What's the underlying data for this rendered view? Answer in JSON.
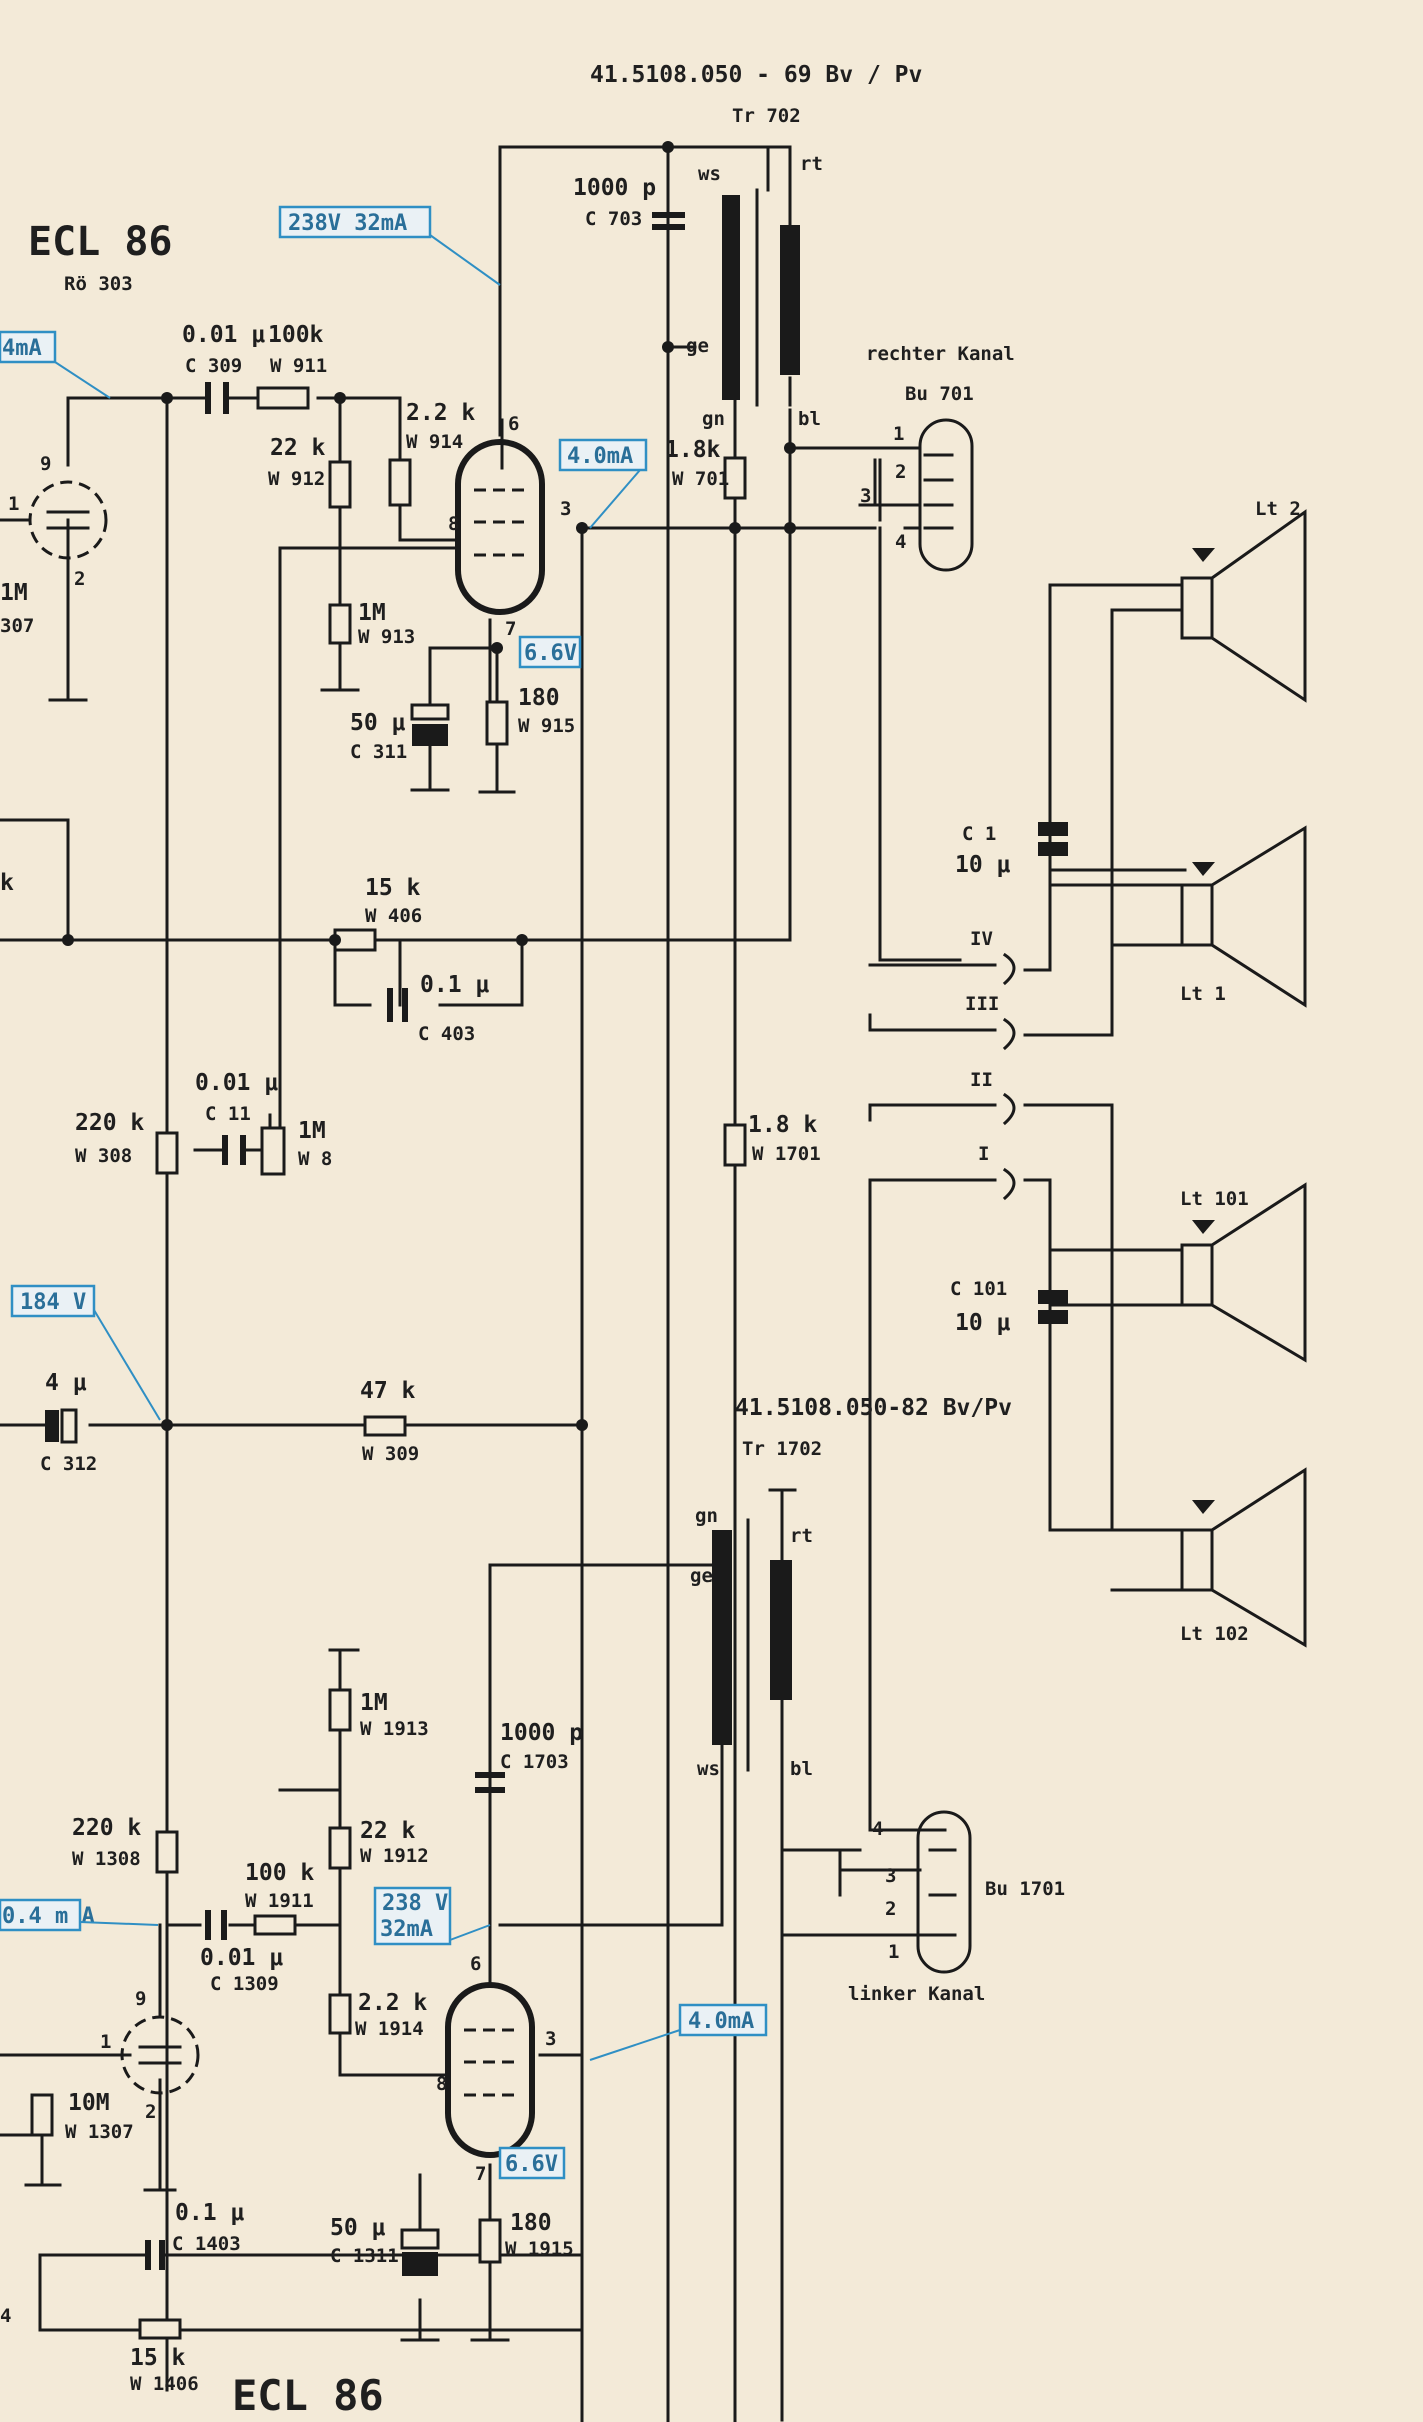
{
  "title_top_right": "41.5108.050 - 69 Bv / Pv",
  "title_mid": "41.5108.050-82 Bv/Pv",
  "tubes": {
    "upper": {
      "type": "ECL 86",
      "ref": "Rö 303"
    },
    "lower": {
      "type": "ECL 86"
    }
  },
  "callouts": {
    "u_238": "238V 32mA",
    "u_40": "4.0mA",
    "u_66": "6.6V",
    "u_4ma": "4mA",
    "v_184": "184 V",
    "l_238_a": "238 V",
    "l_238_b": "32mA",
    "l_40": "4.0mA",
    "l_66": "6.6V",
    "l_04": "0.4 m A"
  },
  "upper_channel": {
    "tr": "Tr 702",
    "c703": {
      "value": "1000 p",
      "ref": "C 703"
    },
    "c309": {
      "value": "0.01 μ",
      "ref": "C 309"
    },
    "w911": {
      "value": "100k",
      "ref": "W 911"
    },
    "w914": {
      "value": "2.2 k",
      "ref": "W 914"
    },
    "w912": {
      "value": "22 k",
      "ref": "W 912"
    },
    "w913": {
      "value": "1M",
      "ref": "W 913"
    },
    "w701": {
      "value": "1.8k",
      "ref": "W 701"
    },
    "c311": {
      "value": "50 μ",
      "ref": "C 311"
    },
    "w915": {
      "value": "180",
      "ref": "W 915"
    },
    "m307": {
      "value": "1M",
      "ref": "307"
    },
    "pins": {
      "p9": "9",
      "p1": "1",
      "p2": "2",
      "p6": "6",
      "p8": "8",
      "p3": "3",
      "p7": "7"
    },
    "windings": {
      "ws": "ws",
      "ge": "ge",
      "gn": "gn",
      "rt": "rt",
      "bl": "bl"
    }
  },
  "connector_upper": {
    "label": "rechter Kanal",
    "ref": "Bu 701",
    "pins": [
      "1",
      "2",
      "3",
      "4"
    ]
  },
  "middle": {
    "w406": {
      "value": "15 k",
      "ref": "W 406"
    },
    "c403": {
      "value": "0.1 μ",
      "ref": "C 403"
    },
    "k_left": "k",
    "c11": {
      "value": "0.01 μ",
      "ref": "C 11"
    },
    "w8": {
      "value": "1M",
      "ref": "W 8"
    },
    "w308": {
      "value": "220 k",
      "ref": "W 308"
    },
    "w1701": {
      "value": "1.8 k",
      "ref": "W 1701"
    },
    "c312": {
      "value": "4 μ",
      "ref": "C 312"
    },
    "w309": {
      "value": "47 k",
      "ref": "W 309"
    }
  },
  "switch": {
    "IV": "IV",
    "III": "III",
    "II": "II",
    "I": "I"
  },
  "speakers": {
    "lt2": "Lt 2",
    "lt1": "Lt 1",
    "lt101": "Lt 101",
    "lt102": "Lt 102",
    "c1": {
      "ref": "C 1",
      "value": "10 μ"
    },
    "c101": {
      "ref": "C 101",
      "value": "10 μ"
    }
  },
  "lower_channel": {
    "tr": "Tr 1702",
    "windings": {
      "gn": "gn",
      "ge": "ge",
      "ws": "ws",
      "rt": "rt",
      "bl": "bl"
    },
    "w1913": {
      "value": "1M",
      "ref": "W 1913"
    },
    "c1703": {
      "value": "1000 p",
      "ref": "C 1703"
    },
    "w1308": {
      "value": "220 k",
      "ref": "W 1308"
    },
    "w1912": {
      "value": "22 k",
      "ref": "W 1912"
    },
    "w1911": {
      "value": "100 k",
      "ref": "W 1911"
    },
    "c1309": {
      "value": "0.01 μ",
      "ref": "C 1309"
    },
    "w1914": {
      "value": "2.2 k",
      "ref": "W 1914"
    },
    "w1307": {
      "value": "10M",
      "ref": "W 1307"
    },
    "c1311": {
      "value": "50 μ",
      "ref": "C 1311"
    },
    "w1915": {
      "value": "180",
      "ref": "W 1915"
    },
    "c1403": {
      "value": "0.1 μ",
      "ref": "C 1403"
    },
    "w1406": {
      "value": "15 k",
      "ref": "W 1406"
    },
    "pins": {
      "p9": "9",
      "p1": "1",
      "p2": "2",
      "p6": "6",
      "p8": "8",
      "p3": "3",
      "p7": "7",
      "p4": "4"
    }
  },
  "connector_lower": {
    "label": "linker Kanal",
    "ref": "Bu 1701",
    "pins": [
      "4",
      "3",
      "2",
      "1"
    ]
  }
}
